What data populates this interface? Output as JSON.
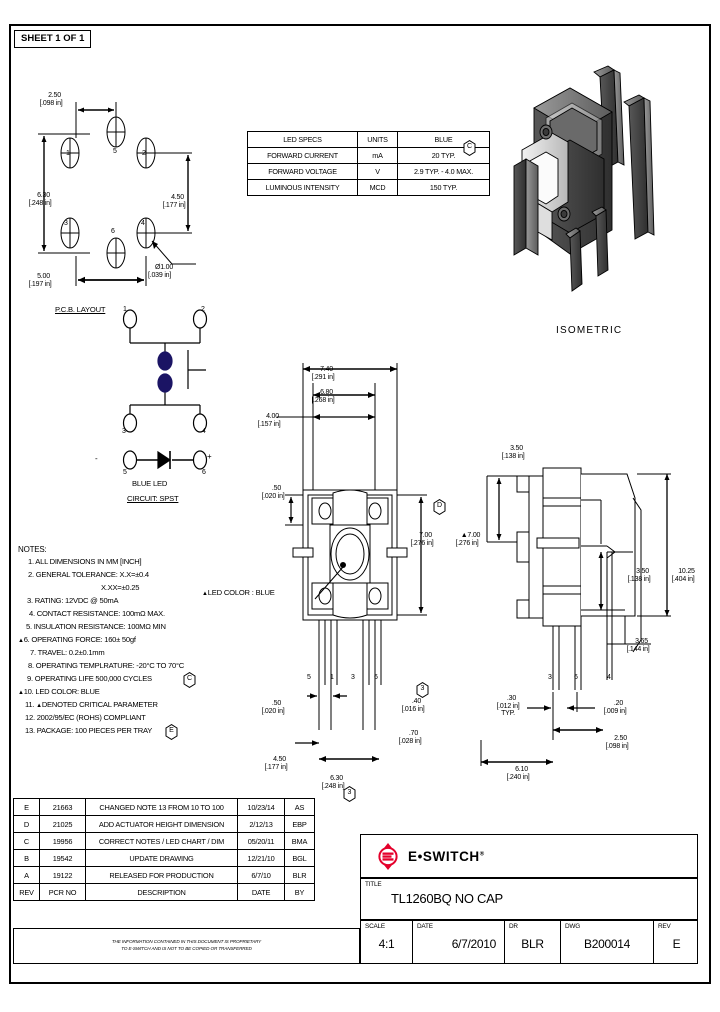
{
  "sheet": {
    "tag": "SHEET 1 OF 1"
  },
  "pcb_layout": {
    "title": "P.C.B. LAYOUT",
    "dims": [
      {
        "mm": "2.50",
        "in": "[.098 in]"
      },
      {
        "mm": "6.30",
        "in": "[.248 in]"
      },
      {
        "mm": "4.50",
        "in": "[.177 in]"
      },
      {
        "mm": "5.00",
        "in": "[.197 in]"
      },
      {
        "mm": "Ø1.00",
        "in": "[.039 in]"
      }
    ],
    "pads": [
      "1",
      "2",
      "3",
      "4",
      "5",
      "6"
    ]
  },
  "circuit": {
    "label": "CIRCUIT: SPST",
    "led_label": "BLUE LED",
    "pads": [
      "1",
      "2",
      "3",
      "4",
      "5",
      "6"
    ],
    "polarity": {
      "minus": "-",
      "plus": "+"
    }
  },
  "led_specs": {
    "headers": [
      "LED SPECS",
      "UNITS",
      "BLUE"
    ],
    "rows": [
      {
        "param": "FORWARD CURRENT",
        "units": "mA",
        "value": "20 TYP."
      },
      {
        "param": "FORWARD VOLTAGE",
        "units": "V",
        "value": "2.9 TYP. - 4.0 MAX."
      },
      {
        "param": "LUMINOUS INTENSITY",
        "units": "MCD",
        "value": "150 TYP."
      }
    ],
    "balloon": "C"
  },
  "isometric": {
    "label": "ISOMETRIC"
  },
  "notes": {
    "title": "NOTES:",
    "items": [
      {
        "num": "1.",
        "text": "ALL DIMENSIONS IN MM [INCH]",
        "critical": false
      },
      {
        "num": "2.",
        "text": "GENERAL TOLERANCE: X.X=±0.4",
        "critical": false
      },
      {
        "num": "",
        "text": "X.XX=±0.25",
        "critical": false
      },
      {
        "num": "3.",
        "text": "RATING: 12VDC @ 50mA",
        "critical": false
      },
      {
        "num": "4.",
        "text": "CONTACT RESISTANCE: 100mΩ MAX.",
        "critical": false
      },
      {
        "num": "5.",
        "text": "INSULATION RESISTANCE: 100MΩ MIN",
        "critical": false
      },
      {
        "num": "6.",
        "text": "OPERATING FORCE: 160± 50gf",
        "critical": true
      },
      {
        "num": "7.",
        "text": "TRAVEL: 0.2±0.1mm",
        "critical": false
      },
      {
        "num": "8.",
        "text": "OPERATING TEMPLRATURE: -20°C TO 70°C",
        "critical": false
      },
      {
        "num": "9.",
        "text": "OPERATING LIFE 500,000 CYCLES",
        "critical": false,
        "balloon": "C"
      },
      {
        "num": "10.",
        "text": "LED COLOR: BLUE",
        "critical": true
      },
      {
        "num": "11.",
        "text": "DENOTED CRITICAL PARAMETER",
        "critical": false,
        "lead_tri": true
      },
      {
        "num": "12.",
        "text": "2002/95/EC (ROHS) COMPLIANT",
        "critical": false
      },
      {
        "num": "13.",
        "text": "PACKAGE: 100 PIECES PER TRAY",
        "critical": false,
        "balloon": "E"
      }
    ]
  },
  "front_view": {
    "led_color_note": "LED COLOR : BLUE",
    "dims": [
      {
        "mm": "7.40",
        "in": "[.291 in]"
      },
      {
        "mm": "6.80",
        "in": "[.268 in]"
      },
      {
        "mm": "4.00",
        "in": "[.157 in]"
      },
      {
        "mm": ".50",
        "in": "[.020 in]"
      },
      {
        "mm": "7.00",
        "in": "[.276 in]"
      },
      {
        "mm": "▲7.00",
        "in": "[.276 in]"
      },
      {
        "mm": ".50",
        "in": "[.020 in]"
      },
      {
        "mm": ".40",
        "in": "[.016 in]"
      },
      {
        "mm": ".70",
        "in": "[.028 in]"
      },
      {
        "mm": "4.50",
        "in": "[.177 in]"
      },
      {
        "mm": "6.30",
        "in": "[.248 in]"
      }
    ],
    "pins": [
      "5",
      "1",
      "3",
      "6"
    ],
    "balloons": [
      "D",
      "3",
      "3"
    ]
  },
  "side_view": {
    "dims": [
      {
        "mm": "3.50",
        "in": "[.138 in]"
      },
      {
        "mm": "3.50",
        "in": "[.138 in]"
      },
      {
        "mm": "10.25",
        "in": "[.404 in]"
      },
      {
        "mm": "3.65",
        "in": "[.144 in]"
      },
      {
        "mm": ".30",
        "in": "[.012 in]",
        "extra": "TYP."
      },
      {
        "mm": ".20",
        "in": "[.009 in]"
      },
      {
        "mm": "2.50",
        "in": "[.098 in]"
      },
      {
        "mm": "6.10",
        "in": "[.240 in]"
      }
    ],
    "pins": [
      "3",
      "6",
      "4"
    ]
  },
  "revision_table": {
    "headers": {
      "rev": "REV",
      "pcr": "PCR NO",
      "desc": "DESCRIPTION",
      "date": "DATE",
      "by": "BY"
    },
    "rows": [
      {
        "rev": "E",
        "pcr": "21663",
        "desc": "CHANGED NOTE 13 FROM 10 TO 100",
        "date": "10/23/14",
        "by": "AS"
      },
      {
        "rev": "D",
        "pcr": "21025",
        "desc": "ADD ACTUATOR HEIGHT DIMENSION",
        "date": "2/12/13",
        "by": "EBP"
      },
      {
        "rev": "C",
        "pcr": "19956",
        "desc": "CORRECT NOTES / LED CHART / DIM",
        "date": "05/20/11",
        "by": "BMA"
      },
      {
        "rev": "B",
        "pcr": "19542",
        "desc": "UPDATE DRAWING",
        "date": "12/21/10",
        "by": "BGL"
      },
      {
        "rev": "A",
        "pcr": "19122",
        "desc": "RELEASED FOR PRODUCTION",
        "date": "6/7/10",
        "by": "BLR"
      }
    ]
  },
  "title_block": {
    "company": "E•SWITCH",
    "trademark": "®",
    "title_label": "TITLE",
    "title_value": "TL1260BQ NO CAP",
    "scale_label": "SCALE",
    "scale_value": "4:1",
    "date_label": "DATE",
    "date_value": "6/7/2010",
    "dr_label": "DR",
    "dr_value": "BLR",
    "dwg_label": "DWG",
    "dwg_value": "B200014",
    "rev_label": "REV",
    "rev_value": "E"
  },
  "proprietary": {
    "line1": "THE INFORMATION CONTAINED IN THIS DOCUMENT IS PROPRIETARY",
    "line2": "TO E-SWITCH AND IS NOT TO BE COPIED OR TRANSFERRED"
  },
  "colors": {
    "logo_red": "#e4002b",
    "ink": "#000000",
    "body_dark": "#4a4a4a",
    "body_mid": "#8c8c8c",
    "body_light": "#d8d8d8"
  }
}
